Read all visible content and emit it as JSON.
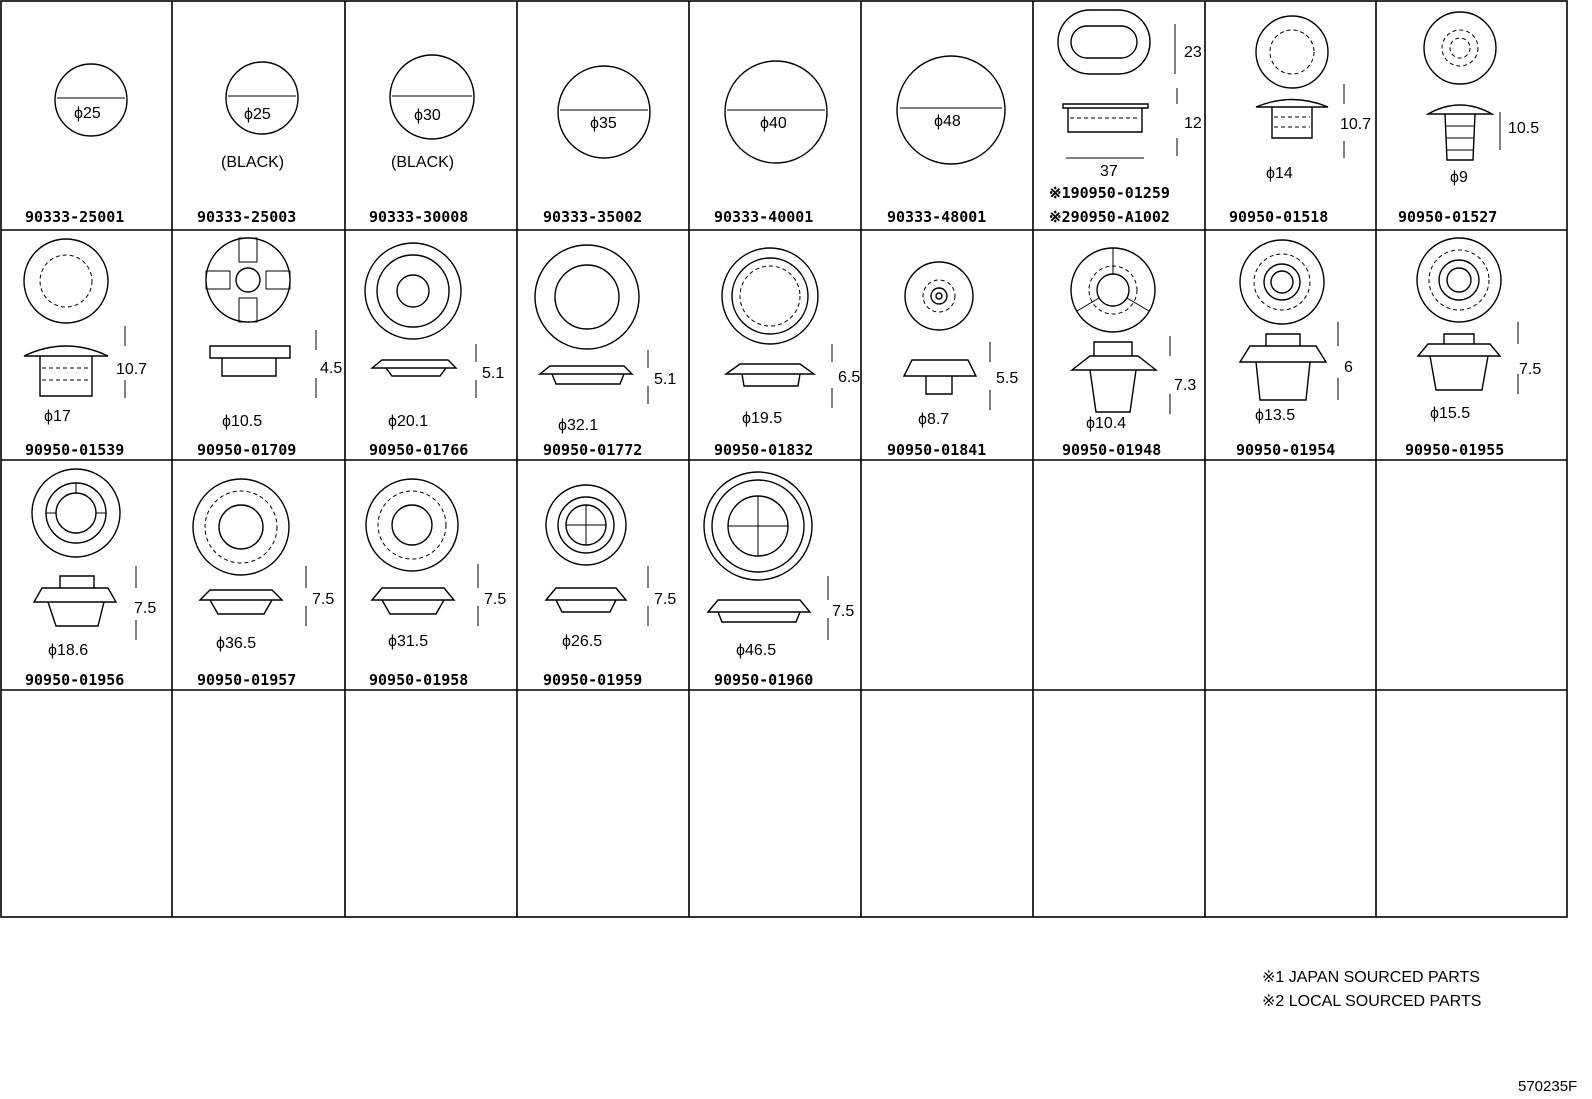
{
  "cells": [
    {
      "code": "90333-25001",
      "dims": [
        "ϕ25"
      ],
      "note": ""
    },
    {
      "code": "90333-25003",
      "dims": [
        "ϕ25"
      ],
      "note": "(BLACK)"
    },
    {
      "code": "90333-30008",
      "dims": [
        "ϕ30"
      ],
      "note": "(BLACK)"
    },
    {
      "code": "90333-35002",
      "dims": [
        "ϕ35"
      ],
      "note": ""
    },
    {
      "code": "90333-40001",
      "dims": [
        "ϕ40"
      ],
      "note": ""
    },
    {
      "code": "90333-48001",
      "dims": [
        "ϕ48"
      ],
      "note": ""
    },
    {
      "code": "※190950-01259",
      "code2": "※290950-A1002",
      "dims": [
        "23",
        "12",
        "37"
      ],
      "note": ""
    },
    {
      "code": "90950-01518",
      "dims": [
        "10.7",
        "ϕ14"
      ],
      "note": ""
    },
    {
      "code": "90950-01527",
      "dims": [
        "10.5",
        "ϕ9"
      ],
      "note": ""
    },
    {
      "code": "90950-01539",
      "dims": [
        "10.7",
        "ϕ17"
      ],
      "note": ""
    },
    {
      "code": "90950-01709",
      "dims": [
        "4.5",
        "ϕ10.5"
      ],
      "note": ""
    },
    {
      "code": "90950-01766",
      "dims": [
        "5.1",
        "ϕ20.1"
      ],
      "note": ""
    },
    {
      "code": "90950-01772",
      "dims": [
        "5.1",
        "ϕ32.1"
      ],
      "note": ""
    },
    {
      "code": "90950-01832",
      "dims": [
        "6.5",
        "ϕ19.5"
      ],
      "note": ""
    },
    {
      "code": "90950-01841",
      "dims": [
        "5.5",
        "ϕ8.7"
      ],
      "note": ""
    },
    {
      "code": "90950-01948",
      "dims": [
        "7.3",
        "ϕ10.4"
      ],
      "note": ""
    },
    {
      "code": "90950-01954",
      "dims": [
        "6",
        "ϕ13.5"
      ],
      "note": ""
    },
    {
      "code": "90950-01955",
      "dims": [
        "7.5",
        "ϕ15.5"
      ],
      "note": ""
    },
    {
      "code": "90950-01956",
      "dims": [
        "7.5",
        "ϕ18.6"
      ],
      "note": ""
    },
    {
      "code": "90950-01957",
      "dims": [
        "7.5",
        "ϕ36.5"
      ],
      "note": ""
    },
    {
      "code": "90950-01958",
      "dims": [
        "7.5",
        "ϕ31.5"
      ],
      "note": ""
    },
    {
      "code": "90950-01959",
      "dims": [
        "7.5",
        "ϕ26.5"
      ],
      "note": ""
    },
    {
      "code": "90950-01960",
      "dims": [
        "7.5",
        "ϕ46.5"
      ],
      "note": ""
    }
  ],
  "legend": [
    "※1 JAPAN SOURCED PARTS",
    "※2 LOCAL SOURCED PARTS"
  ],
  "ref_code": "570235F"
}
